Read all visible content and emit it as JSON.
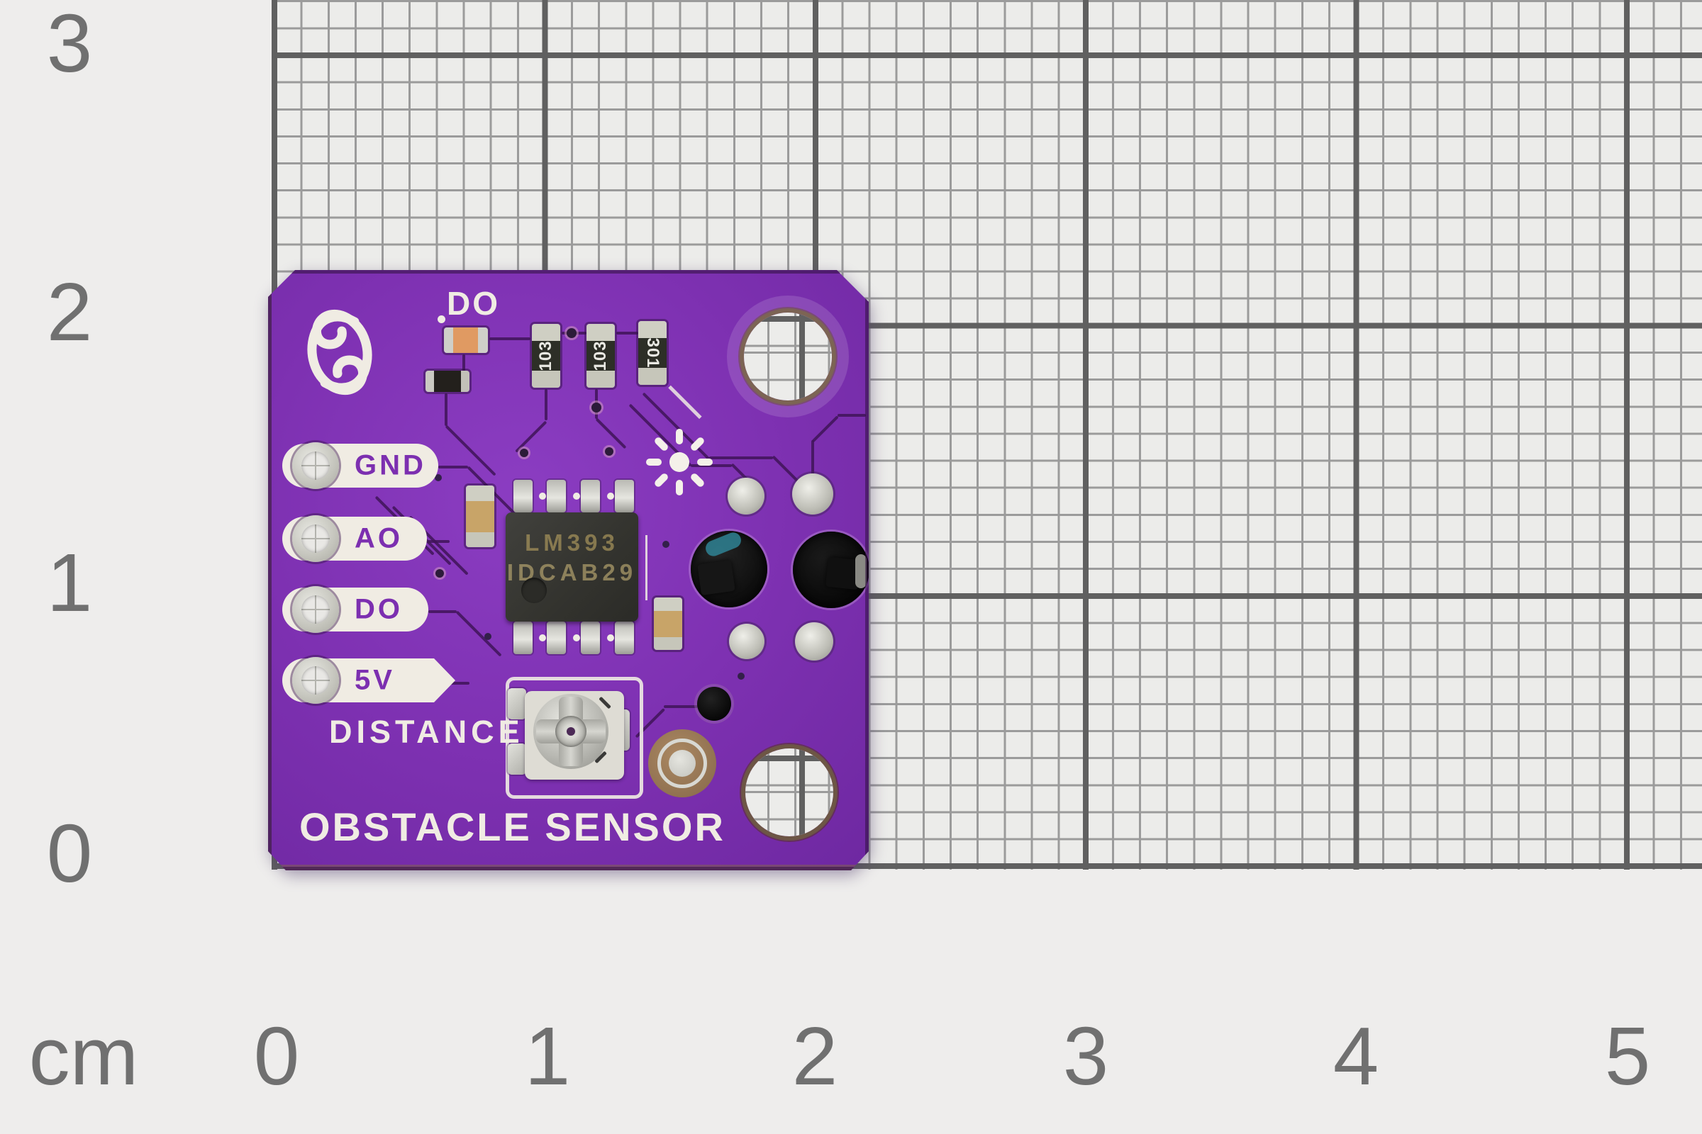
{
  "ruler": {
    "unit_label": "cm",
    "bottom_labels": [
      "0",
      "1",
      "2",
      "3",
      "4",
      "5"
    ],
    "left_labels": [
      "3",
      "2",
      "1",
      "0"
    ]
  },
  "pcb": {
    "silkscreen": {
      "top_pin_label": "DO",
      "pin_labels": [
        "GND",
        "AO",
        "DO",
        "5V"
      ],
      "function_label": "DISTANCE",
      "product_label": "OBSTACLE SENSOR"
    },
    "markings": {
      "ic_line1": "LM393",
      "ic_line2": "IDCAB29",
      "resistor_codes": [
        "103",
        "103",
        "301"
      ]
    },
    "colors": {
      "soldermask_purple": "#7e31b2",
      "silkscreen_white": "#f0ece3",
      "paper_background": "#ececea",
      "grid_fine_line": "#9b9b9b",
      "grid_heavy_line": "#606060",
      "ruler_text": "#707070"
    }
  }
}
